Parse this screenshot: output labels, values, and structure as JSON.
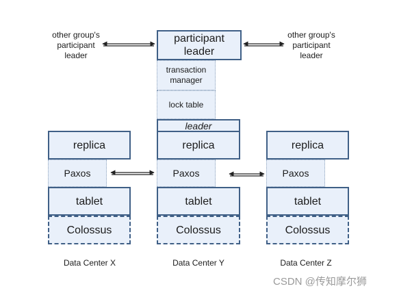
{
  "participant_leader": "participant leader",
  "transaction_manager": "transaction manager",
  "lock_table": "lock table",
  "leader": "leader",
  "other_group_left": "other group's participant leader",
  "other_group_right": "other group's participant leader",
  "replica": "replica",
  "paxos": "Paxos",
  "tablet": "tablet",
  "colossus": "Colossus",
  "datacenters": [
    "Data Center X",
    "Data Center Y",
    "Data Center Z"
  ],
  "watermark": "CSDN @传知摩尔狮",
  "colors": {
    "fill": "#e9f0fa",
    "border": "#3f5f86"
  }
}
